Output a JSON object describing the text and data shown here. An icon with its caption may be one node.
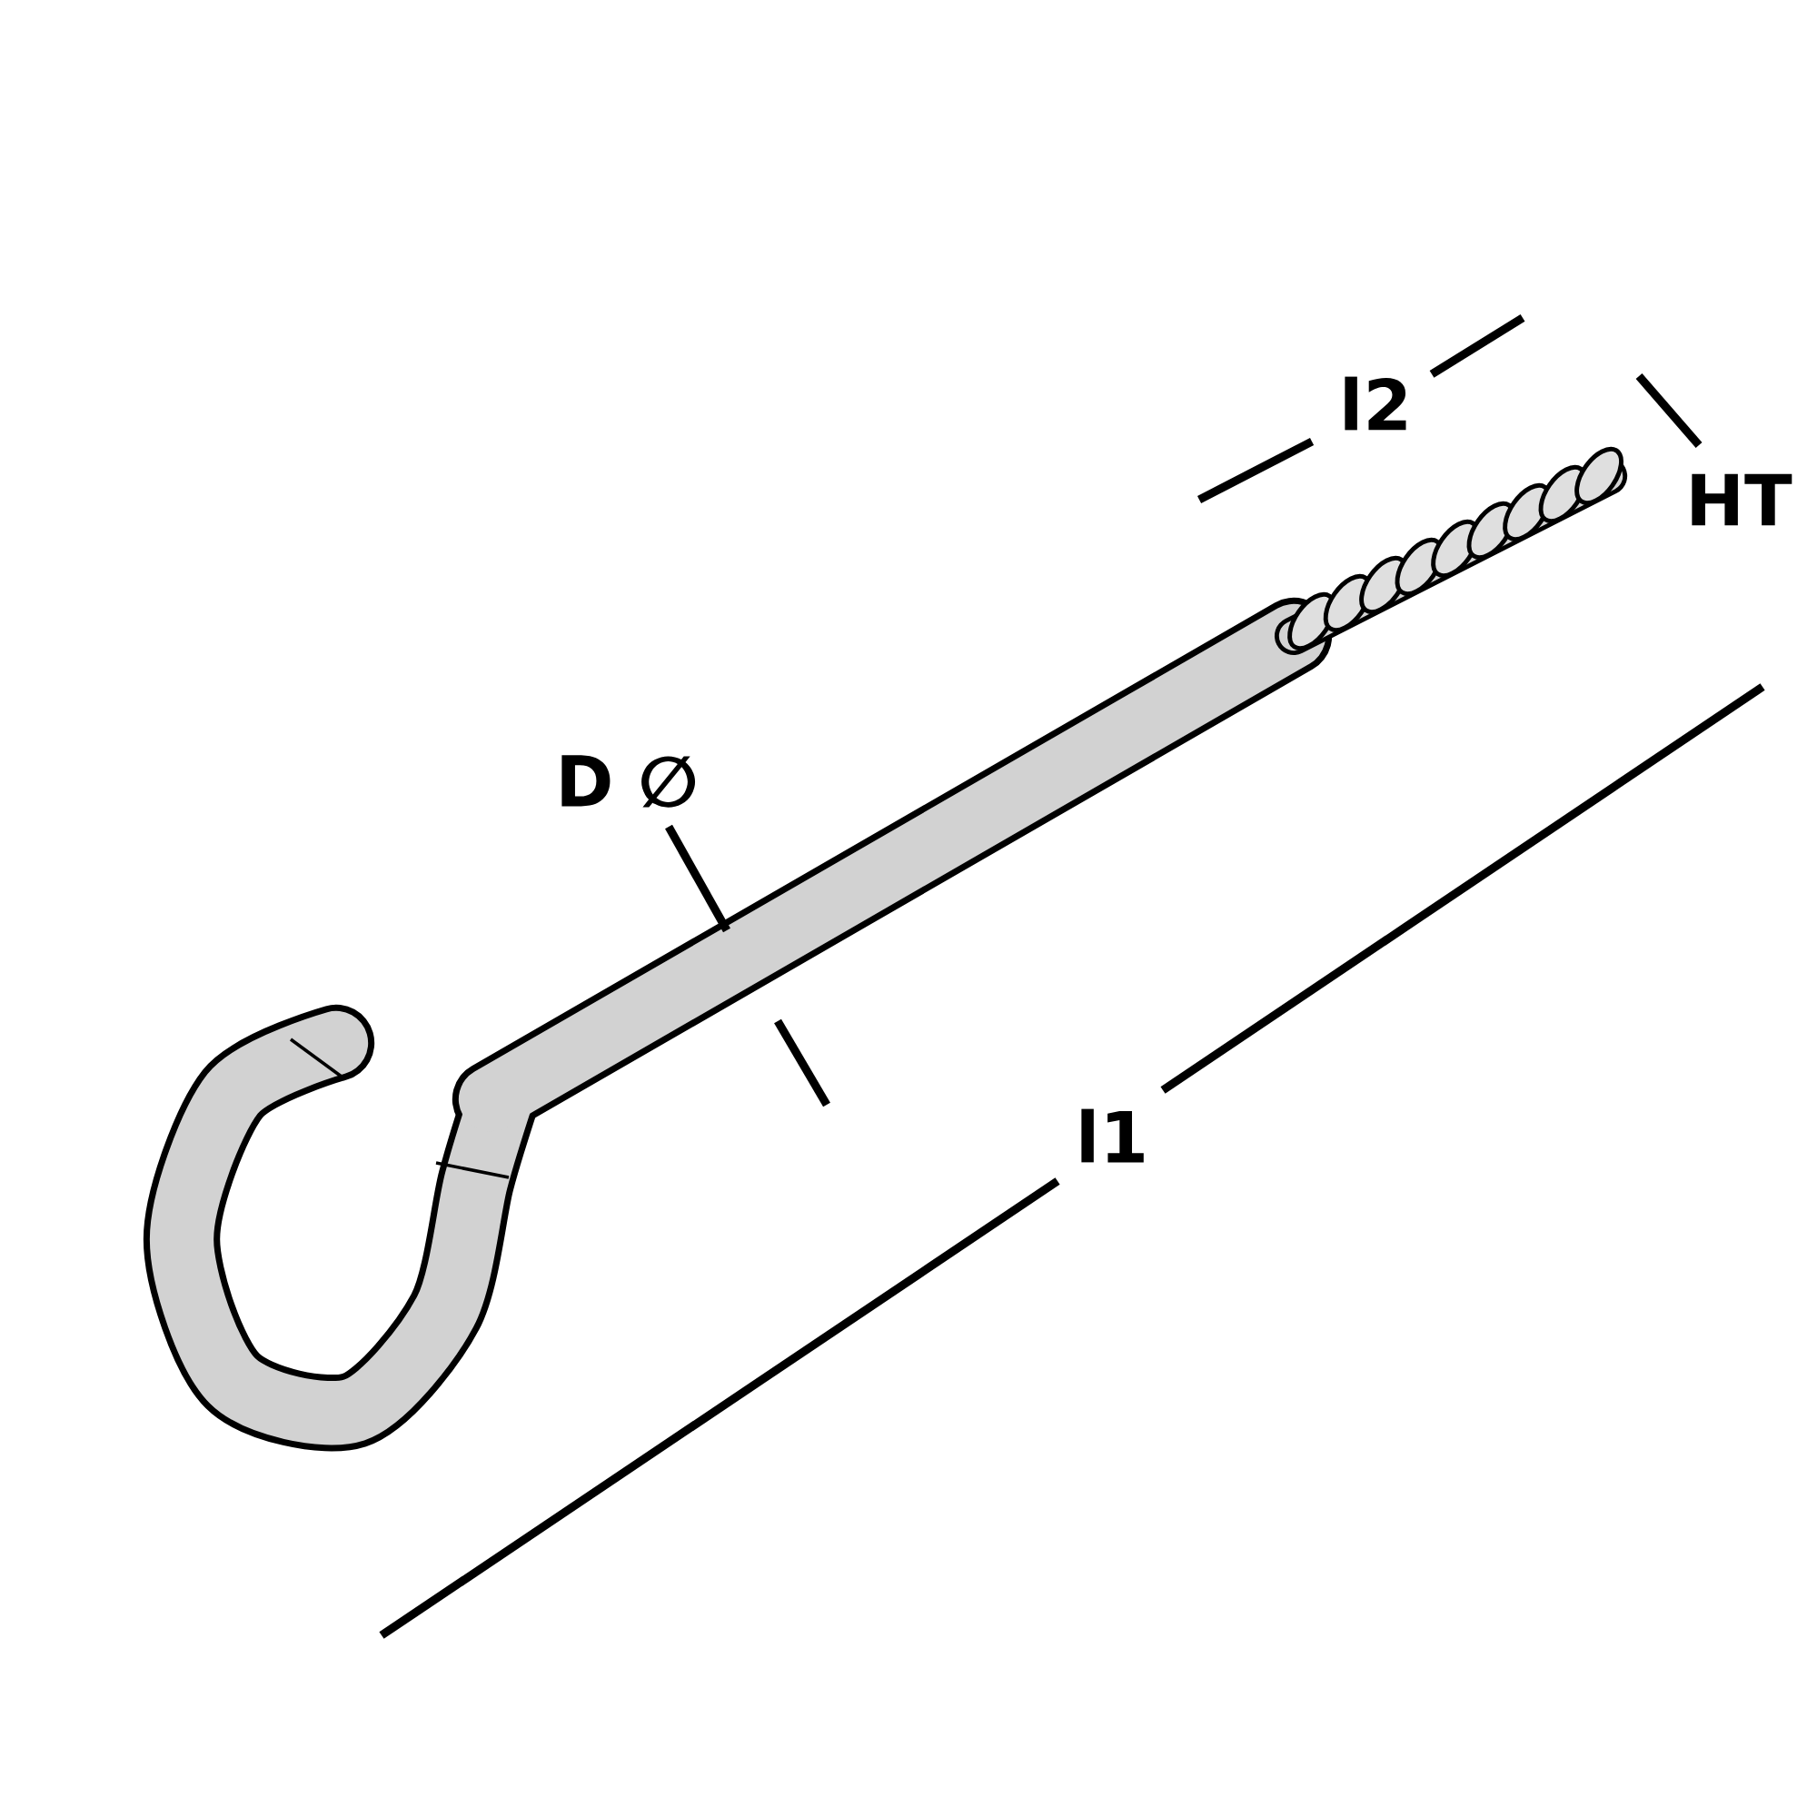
{
  "diagram": {
    "labels": [
      "l2",
      "HT",
      "D ∅",
      "l1"
    ]
  }
}
